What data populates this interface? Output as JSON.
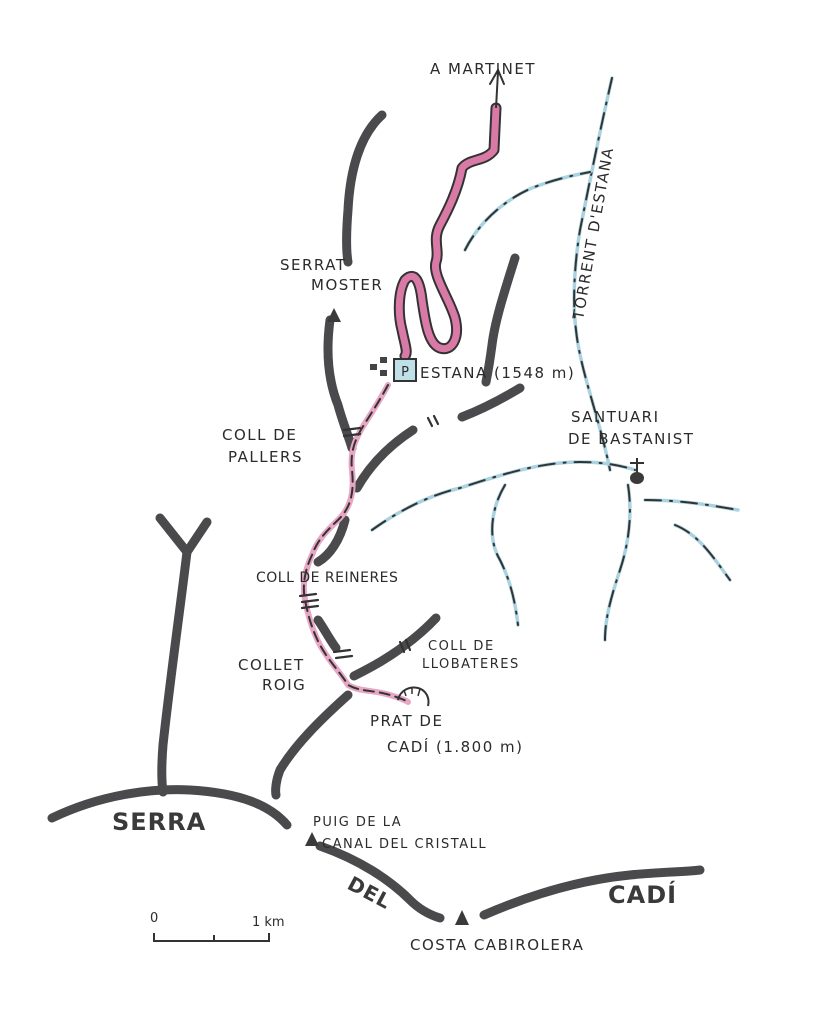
{
  "map": {
    "title": "Estana - Prat de Cadí route sketch",
    "colors": {
      "ridge": "#4a4a4c",
      "road": "#d97aa6",
      "trail": "#e7a6c4",
      "stream": "#a9d3e0",
      "parking": "#bfe0e6"
    },
    "labels": {
      "a_martinet": "A MARTINET",
      "torrent": "TORRENT D'ESTANA",
      "serrat_moster_1": "SERRAT",
      "serrat_moster_2": "MOSTER",
      "estana": "ESTANA (1548 m)",
      "parking": "P",
      "coll_pallers_1": "COLL DE",
      "coll_pallers_2": "PALLERS",
      "santuari_1": "SANTUARI",
      "santuari_2": "DE BASTANIST",
      "coll_reineres": "COLL DE REINERES",
      "coll_llobateres_1": "COLL DE",
      "coll_llobateres_2": "LLOBATERES",
      "collet_roig_1": "COLLET",
      "collet_roig_2": "ROIG",
      "prat_cadi_1": "PRAT DE",
      "prat_cadi_2": "CADÍ (1.800 m)",
      "serra": "SERRA",
      "del": "DEL",
      "cadi": "CADÍ",
      "puig_1": "PUIG DE LA",
      "puig_2": "CANAL DEL CRISTALL",
      "costa": "COSTA CABIROLERA"
    },
    "scale": {
      "start": "0",
      "end": "1 km"
    },
    "icons": [
      "peak-icon",
      "parking-icon",
      "village-icon",
      "church-cross-icon",
      "direction-arrow-icon",
      "meadow-icon",
      "scale-bar"
    ]
  }
}
